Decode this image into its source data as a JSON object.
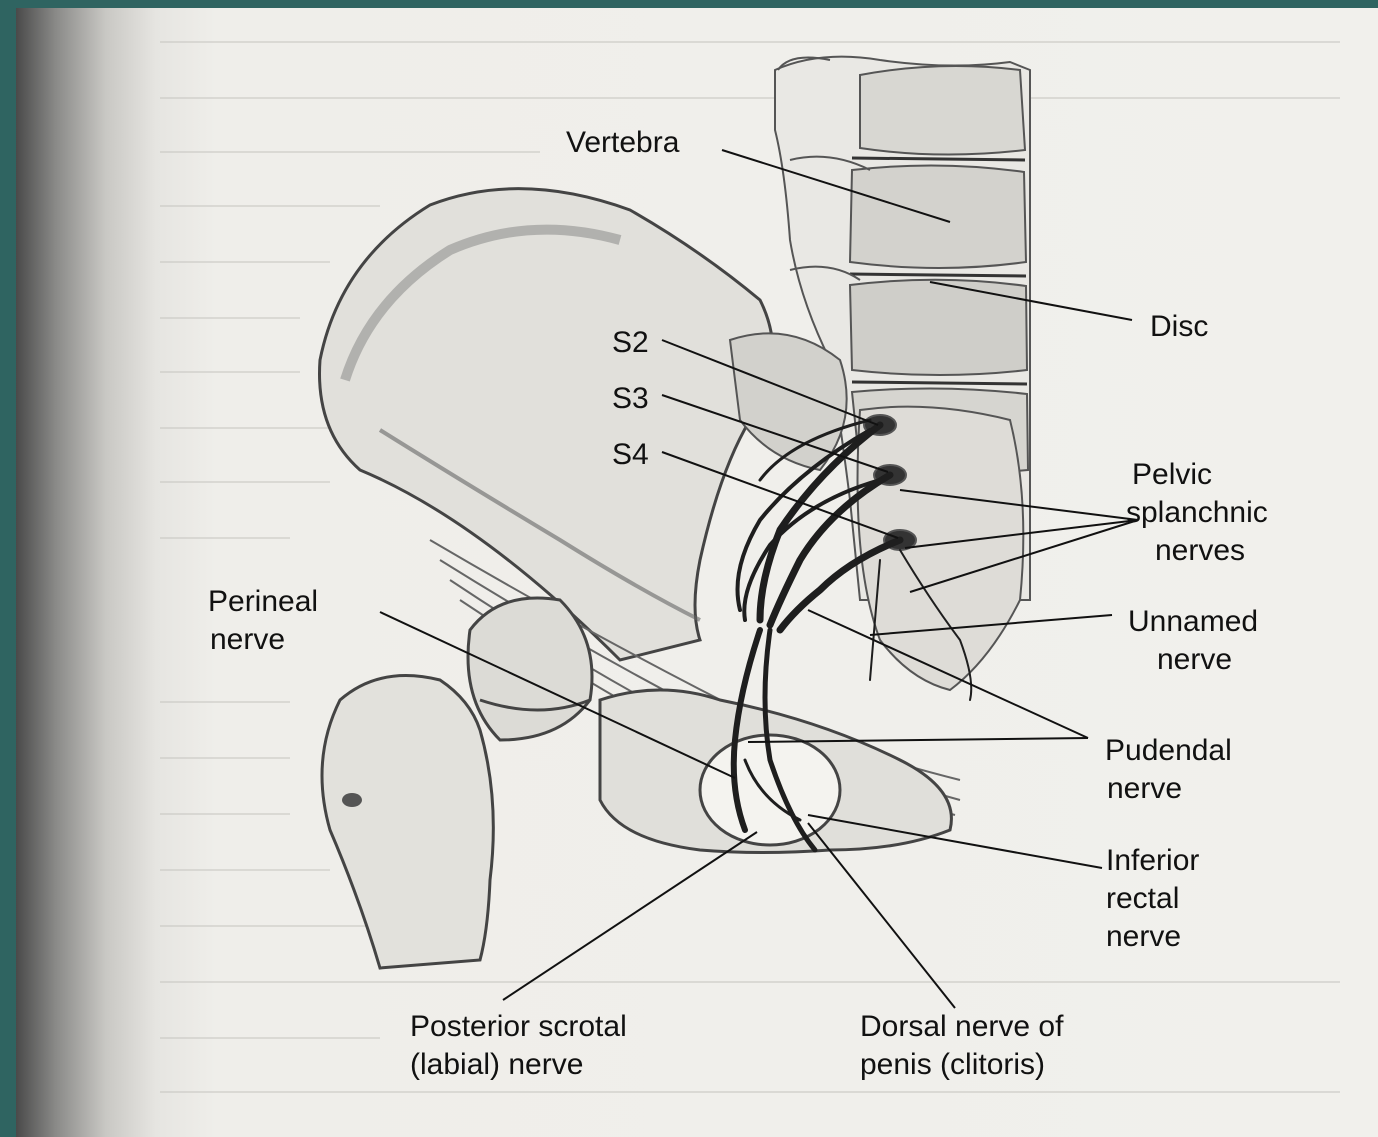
{
  "labels": {
    "vertebra": "Vertebra",
    "disc": "Disc",
    "s2": "S2",
    "s3": "S3",
    "s4": "S4",
    "pelvic_1": "Pelvic",
    "pelvic_2": "splanchnic",
    "pelvic_3": "nerves",
    "perineal_1": "Perineal",
    "perineal_2": "nerve",
    "unnamed_1": "Unnamed",
    "unnamed_2": "nerve",
    "pudendal_1": "Pudendal",
    "pudendal_2": "nerve",
    "inferior_1": "Inferior",
    "inferior_2": "rectal",
    "inferior_3": "nerve",
    "posterior_1": "Posterior scrotal",
    "posterior_2": "(labial) nerve",
    "dorsal_1": "Dorsal nerve of",
    "dorsal_2": "penis (clitoris)"
  },
  "colors": {
    "frame": "#2a5f5c",
    "paper": "#f1f0ec",
    "ink": "#111111"
  }
}
